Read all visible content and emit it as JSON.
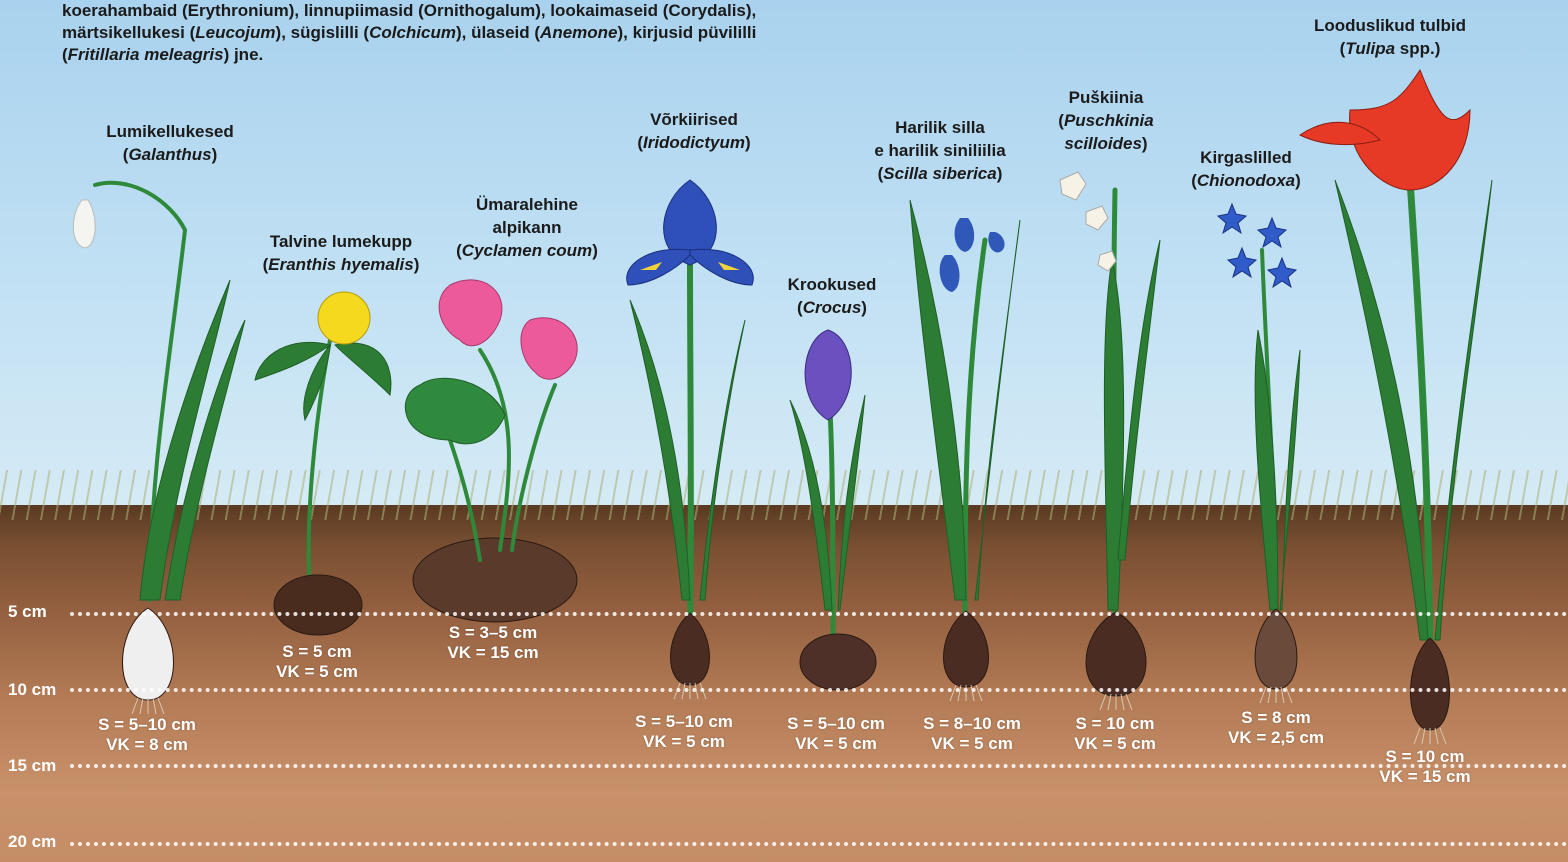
{
  "intro": {
    "line1": "koerahambaid (Erythronium), linnupiimasid (Ornithogalum), lookaimaseid (Corydalis),",
    "line2_parts": [
      "märtsikellukesi (",
      "Leucojum",
      "), sügislilli (",
      "Colchicum",
      "), ülaseid (",
      "Anemone",
      "),  kirjusid püvililli"
    ],
    "line3_parts": [
      "(",
      "Fritillaria meleagris",
      ") jne."
    ]
  },
  "depth_lines": [
    {
      "label": "5 cm"
    },
    {
      "label": "10 cm"
    },
    {
      "label": "15 cm"
    },
    {
      "label": "20 cm"
    }
  ],
  "plants": [
    {
      "id": "galanthus",
      "name": "Lumikellukesed",
      "latin": "Galanthus",
      "s": "S = 5–10 cm",
      "vk": "VK = 8 cm",
      "flower_color": "#f4f4f0",
      "bulb_color": "#efefef",
      "icon": "snowdrop"
    },
    {
      "id": "eranthis",
      "name": "Talvine lumekupp",
      "latin": "Eranthis hyemalis",
      "s": "S = 5 cm",
      "vk": "VK = 5 cm",
      "flower_color": "#f5d91e",
      "bulb_color": "#4a2c1f",
      "icon": "winter-aconite"
    },
    {
      "id": "cyclamen",
      "name_lines": [
        "Ümaralehine",
        "alpikann"
      ],
      "latin": "Cyclamen coum",
      "s": "S = 3–5 cm",
      "vk": "VK = 15 cm",
      "flower_color": "#ec5a9c",
      "bulb_color": "#5a3a2a",
      "icon": "cyclamen"
    },
    {
      "id": "iridodictyum",
      "name": "Võrkiirised",
      "latin": "Iridodictyum",
      "s": "S = 5–10 cm",
      "vk": "VK = 5 cm",
      "flower_color": "#2f50b8",
      "bulb_color": "#4a2c22",
      "icon": "iris"
    },
    {
      "id": "crocus",
      "name": "Krookused",
      "latin": "Crocus",
      "s": "S = 5–10 cm",
      "vk": "VK = 5 cm",
      "flower_color": "#6b50c0",
      "bulb_color": "#4e3028",
      "icon": "crocus"
    },
    {
      "id": "scilla",
      "name_lines": [
        "Harilik silla",
        "e harilik siniliilia"
      ],
      "latin": "Scilla siberica",
      "s": "S = 8–10 cm",
      "vk": "VK = 5 cm",
      "flower_color": "#2f58b8",
      "bulb_color": "#4a2c22",
      "icon": "scilla"
    },
    {
      "id": "puschkinia",
      "name": "Puškiinia",
      "latin_lines": [
        "Puschkinia",
        "scilloides"
      ],
      "s": "S = 10 cm",
      "vk": "VK = 5 cm",
      "flower_color": "#f6f3e6",
      "bulb_color": "#4a2c22",
      "icon": "puschkinia"
    },
    {
      "id": "chionodoxa",
      "name": "Kirgaslilled",
      "latin": "Chionodoxa",
      "s": "S = 8 cm",
      "vk": "VK = 2,5 cm",
      "flower_color": "#2f5cc8",
      "bulb_color": "#6a4a3a",
      "icon": "chionodoxa"
    },
    {
      "id": "tulipa",
      "name": "Looduslikud tulbid",
      "latin": "Tulipa",
      "latin_suffix": " spp.",
      "s": "S = 10 cm",
      "vk": "VK = 15 cm",
      "flower_color": "#e63a26",
      "bulb_color": "#4a2c22",
      "icon": "tulip"
    }
  ],
  "colors": {
    "stem": "#2e8a3a",
    "leaf": "#2c7d33",
    "leaf_dark": "#1f5f28",
    "root": "#d9c9b4"
  }
}
